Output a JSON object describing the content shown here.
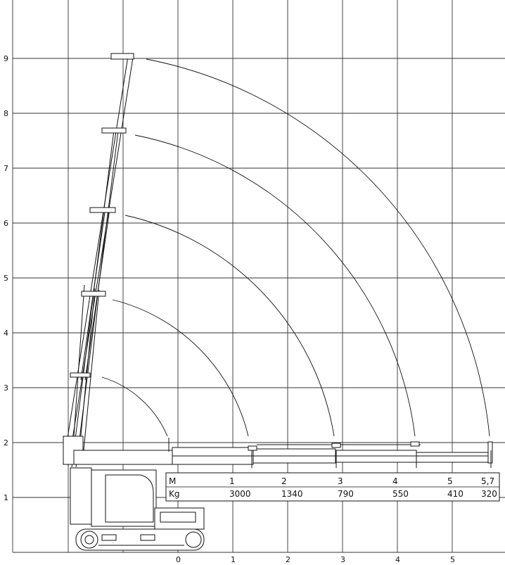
{
  "chart_data": {
    "type": "table",
    "y_axis": {
      "ticks": [
        "1",
        "2",
        "3",
        "4",
        "5",
        "6",
        "7",
        "8",
        "9"
      ]
    },
    "x_axis": {
      "ticks": [
        "0",
        "1",
        "2",
        "3",
        "4",
        "5"
      ]
    },
    "load_table": {
      "row_labels": [
        "M",
        "Kg"
      ],
      "columns": [
        {
          "m": "1",
          "kg": "3000"
        },
        {
          "m": "2",
          "kg": "1340"
        },
        {
          "m": "3",
          "kg": "790"
        },
        {
          "m": "4",
          "kg": "550"
        },
        {
          "m": "5",
          "kg": "410"
        },
        {
          "m": "5,7",
          "kg": "320"
        }
      ]
    },
    "boom_sections": 5,
    "grid": true
  }
}
